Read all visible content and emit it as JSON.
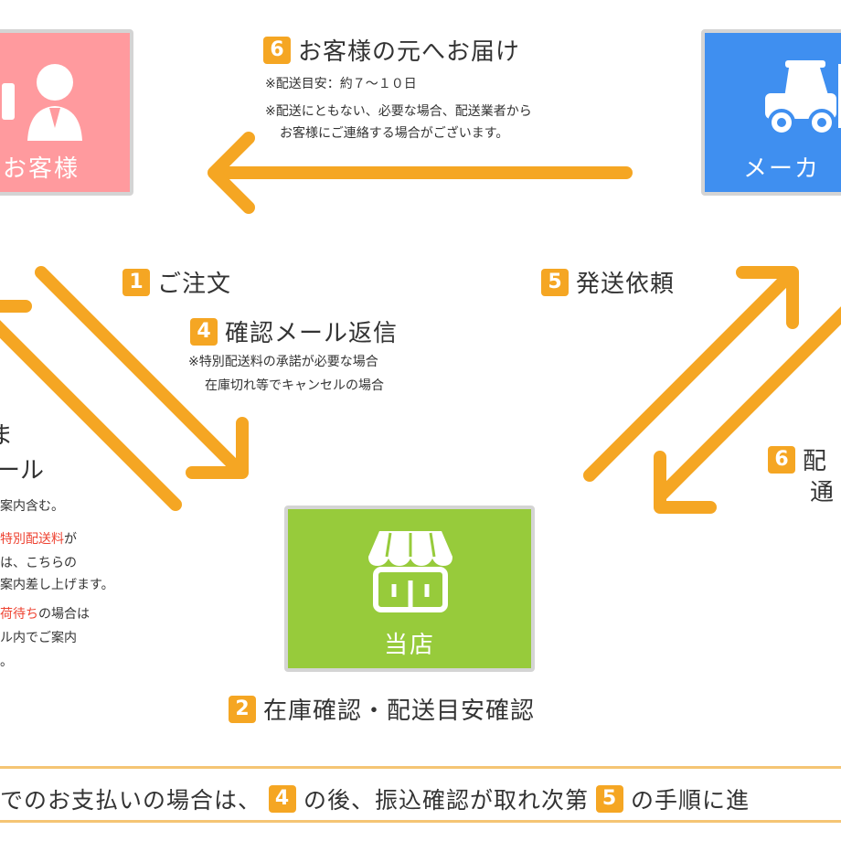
{
  "customer": {
    "label": "お客様",
    "color": "#ff9a9e"
  },
  "maker": {
    "label": "メーカ",
    "color": "#3f8ff0"
  },
  "shop": {
    "label": "当店",
    "color": "#97cb3b"
  },
  "accent": "#f5a623",
  "step6_top": {
    "num": "6",
    "title": "お客様の元へお届け",
    "note1": "※配送目安：約７～１０日",
    "note2": "※配送にともない、必要な場合、配送業者から",
    "note3": "お客様にご連絡する場合がございます。"
  },
  "step1": {
    "num": "1",
    "title": "ご注文"
  },
  "step4": {
    "num": "4",
    "title": "確認メール返信",
    "note1": "※特別配送料の承諾が必要な場合",
    "note2": "在庫切れ等でキャンセルの場合"
  },
  "step5": {
    "num": "5",
    "title": "発送依頼"
  },
  "step6_right": {
    "num": "6",
    "line1": "配",
    "line2": "通"
  },
  "left_panel": {
    "line1": "ま",
    "line2": "ール",
    "note1": "案内含む。",
    "note2_red": "特別配送料",
    "note2_rest": "が",
    "note3": "は、こちらの",
    "note4": "案内差し上げます。",
    "note5_red": "荷待ち",
    "note5_rest": "の場合は",
    "note6": "ル内でご案内",
    "note7": "。"
  },
  "step2": {
    "num": "2",
    "title": "在庫確認・配送目安確認"
  },
  "bottom": {
    "part1": "でのお支払いの場合は、",
    "num1": "4",
    "part2": "の後、振込確認が取れ次第",
    "num2": "5",
    "part3": "の手順に進"
  }
}
